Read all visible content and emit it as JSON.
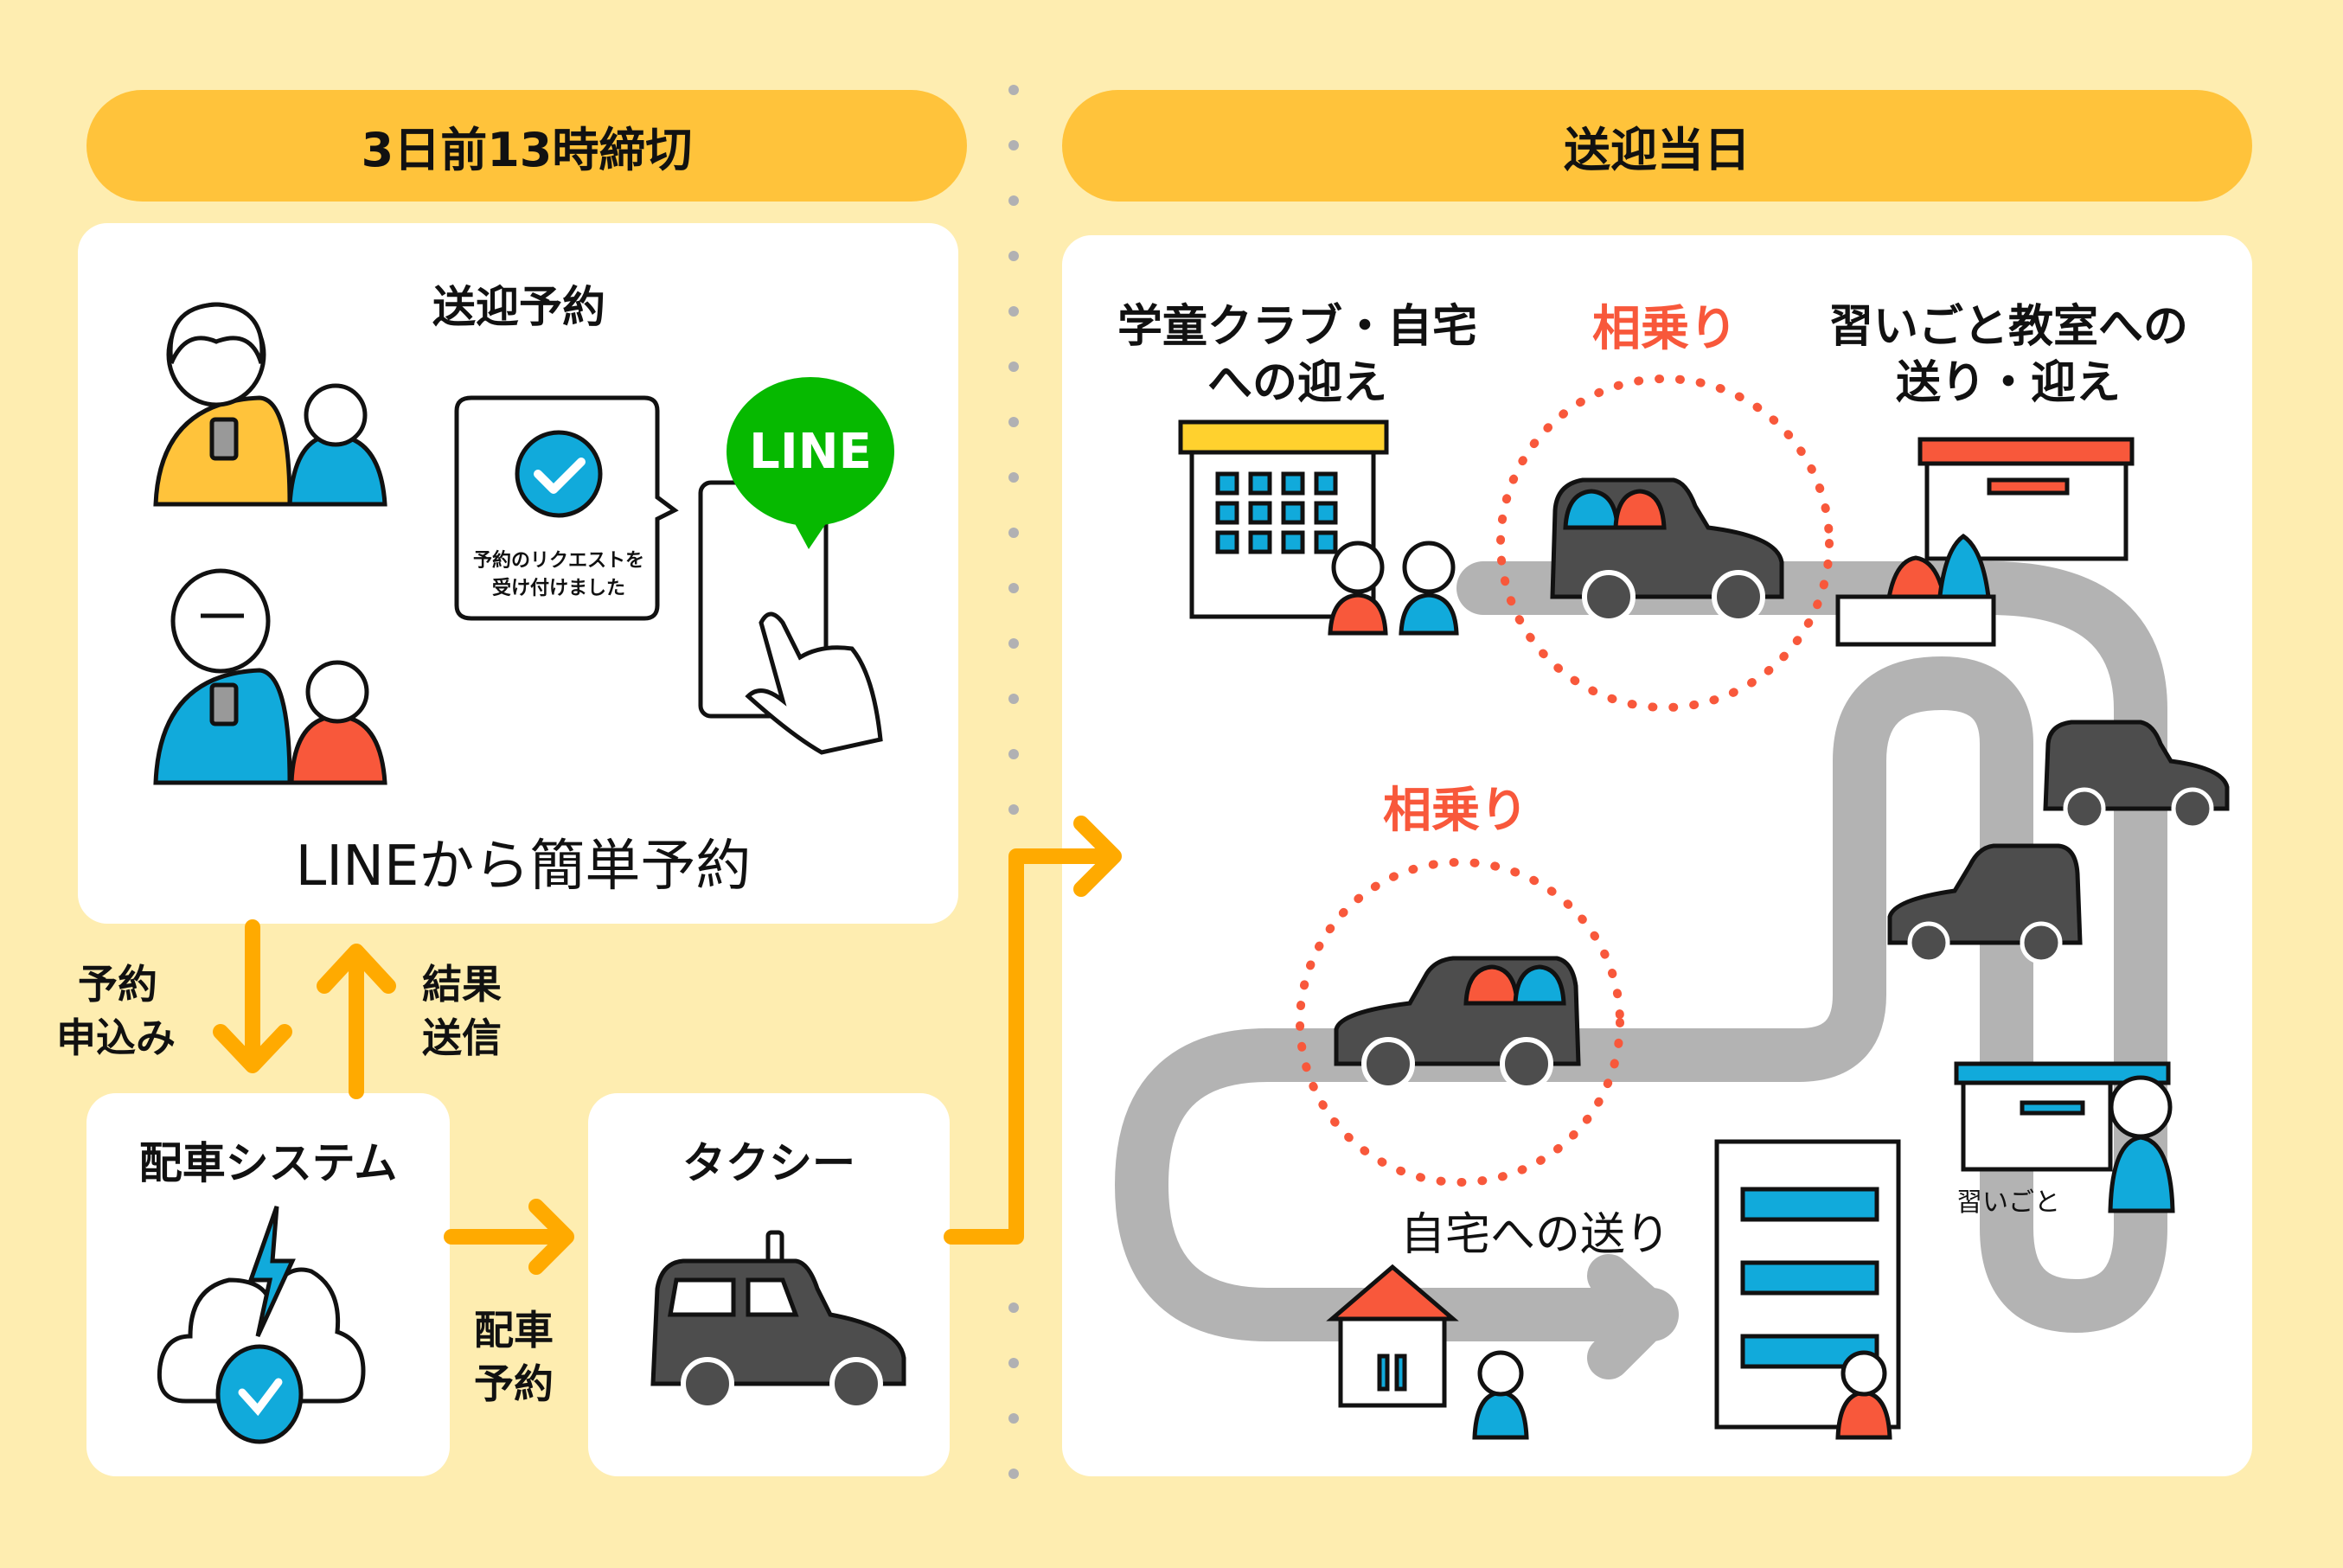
{
  "colors": {
    "background": "#FEEDB0",
    "pill": "#FFC33B",
    "arrow": "#FFAA00",
    "accent_red": "#F8583B",
    "accent_blue": "#11AADB",
    "line_green": "#06B900",
    "car_body": "#4D4D4D",
    "road": "#B3B3B3"
  },
  "left_section": {
    "header": "3日前13時締切",
    "reservation_card": {
      "title": "送迎予約",
      "bubble_text_line1": "予約のリクエストを",
      "bubble_text_line2": "受け付けました",
      "line_badge": "LINE",
      "caption": "LINEから簡単予約"
    },
    "arrow_down_label_line1": "予約",
    "arrow_down_label_line2": "申込み",
    "arrow_up_label_line1": "結果",
    "arrow_up_label_line2": "送信",
    "system_card": {
      "title": "配車システム"
    },
    "dispatch_label_line1": "配車",
    "dispatch_label_line2": "予約",
    "taxi_card": {
      "title": "タクシー"
    }
  },
  "right_section": {
    "header": "送迎当日",
    "pickup_label_line1": "学童クラブ・自宅",
    "pickup_label_line2": "への迎え",
    "carpool_label": "相乗り",
    "lesson_label_line1": "習いごと教室への",
    "lesson_label_line2": "送り・迎え",
    "carpool_label_2": "相乗り",
    "lesson_small_label": "習いごと",
    "home_dropoff_label": "自宅への送り"
  }
}
